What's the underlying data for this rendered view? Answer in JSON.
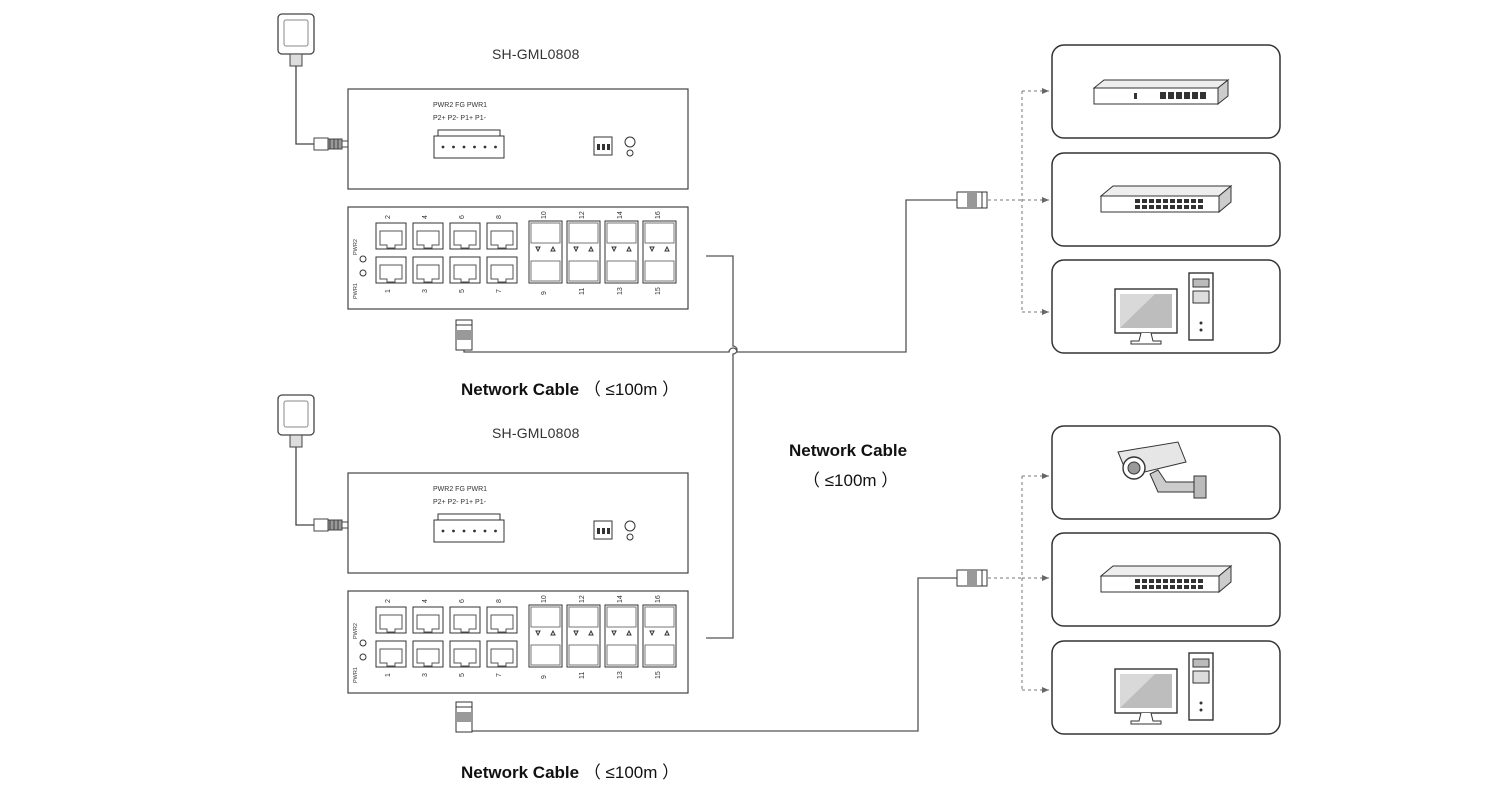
{
  "switches": [
    {
      "model": "SH-GML0808",
      "power_labels": {
        "top": "PWR2 FG PWR1",
        "bottom": "P2+ P2- P1+ P1-"
      },
      "led_labels": [
        "PWR2",
        "PWR1"
      ],
      "rj45_top_numbers": [
        "2",
        "4",
        "6",
        "8"
      ],
      "rj45_bottom_numbers": [
        "1",
        "3",
        "5",
        "7"
      ],
      "sfp_top_numbers": [
        "10",
        "12",
        "14",
        "16"
      ],
      "sfp_bottom_numbers": [
        "9",
        "11",
        "13",
        "15"
      ]
    },
    {
      "model": "SH-GML0808",
      "power_labels": {
        "top": "PWR2 FG PWR1",
        "bottom": "P2+ P2- P1+ P1-"
      },
      "led_labels": [
        "PWR2",
        "PWR1"
      ],
      "rj45_top_numbers": [
        "2",
        "4",
        "6",
        "8"
      ],
      "rj45_bottom_numbers": [
        "1",
        "3",
        "5",
        "7"
      ],
      "sfp_top_numbers": [
        "10",
        "12",
        "14",
        "16"
      ],
      "sfp_bottom_numbers": [
        "9",
        "11",
        "13",
        "15"
      ]
    }
  ],
  "cable_labels": {
    "top": {
      "name": "Network Cable",
      "distance": "（ ≤100m ）"
    },
    "middle": {
      "name": "Network Cable",
      "distance": "（ ≤100m ）"
    },
    "bottom": {
      "name": "Network Cable",
      "distance": "（ ≤100m ）"
    }
  },
  "devices": {
    "group1": [
      "router-icon",
      "switch-icon",
      "computer-icon"
    ],
    "group2": [
      "camera-icon",
      "switch-icon",
      "computer-icon"
    ]
  },
  "colors": {
    "line": "#555555",
    "panel_stroke": "#444444",
    "box_stroke": "#333333"
  }
}
